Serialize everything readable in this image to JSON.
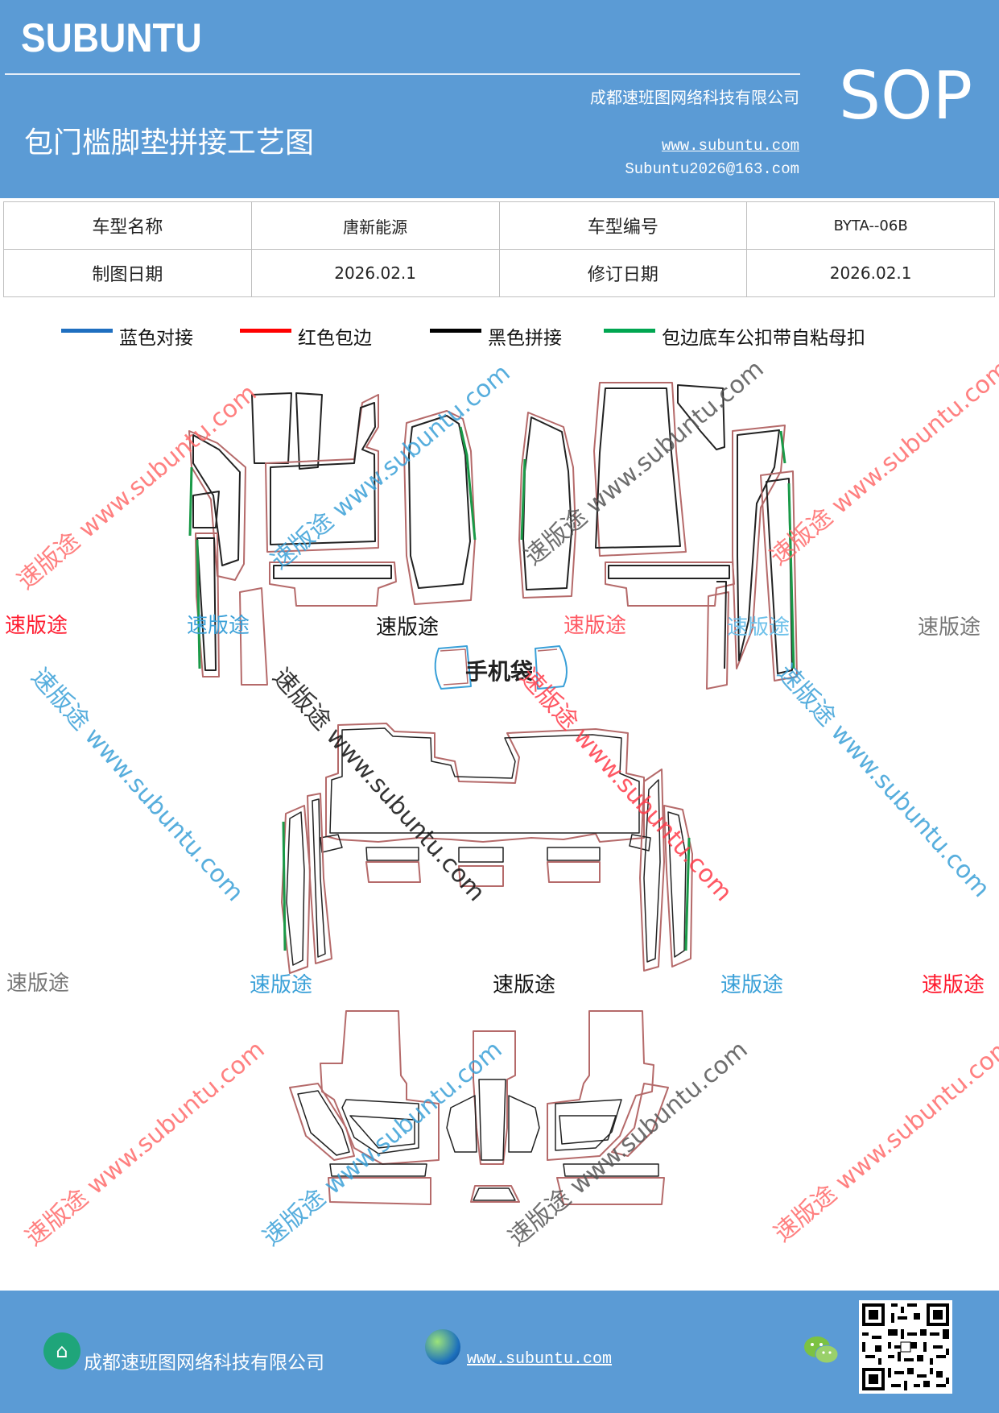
{
  "header": {
    "brand": "SUBUNTU",
    "company": "成都速班图网络科技有限公司",
    "title": "包门槛脚垫拼接工艺图",
    "website": "www.subuntu.com",
    "email": "Subuntu2026@163.com",
    "badge": "SOP"
  },
  "info": {
    "model_name_label": "车型名称",
    "model_name": "唐新能源",
    "model_code_label": "车型编号",
    "model_code": "BYTA--06B",
    "draw_date_label": "制图日期",
    "draw_date": "2026.02.1",
    "revise_date_label": "修订日期",
    "revise_date": "2026.02.1"
  },
  "legend": [
    {
      "label": "蓝色对接",
      "color": "#1f6fc0"
    },
    {
      "label": "红色包边",
      "color": "#ff0000"
    },
    {
      "label": "黑色拼接",
      "color": "#000000"
    },
    {
      "label": "包边底车公扣带自粘母扣",
      "color": "#00a651"
    }
  ],
  "drawing": {
    "phone_bag_label": "手机袋",
    "watermark_text": "速版途",
    "watermark_url": "速版途 www.subuntu.com",
    "outline_color": "#b56a6a",
    "inner_color": "#222222",
    "green_color": "#1a9a48"
  },
  "footer": {
    "company": "成都速班图网络科技有限公司",
    "website": "www.subuntu.com"
  }
}
